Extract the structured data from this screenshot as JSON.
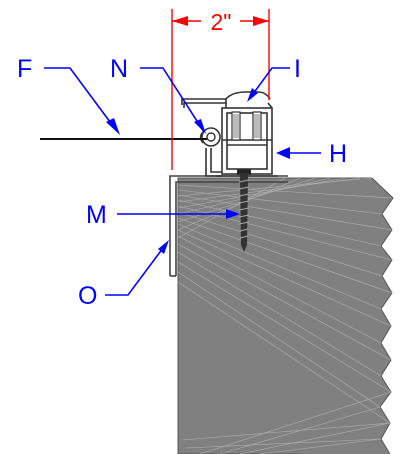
{
  "dimension": {
    "text": "2\""
  },
  "labels": {
    "F": "F",
    "N": "N",
    "I": "I",
    "H": "H",
    "M": "M",
    "O": "O"
  },
  "colors": {
    "label": "#0000ff",
    "dimension": "#ff0000",
    "wall": "#808080",
    "wall_texture": "#b8b8b8",
    "outline": "#000000",
    "stroke": "#444444"
  }
}
